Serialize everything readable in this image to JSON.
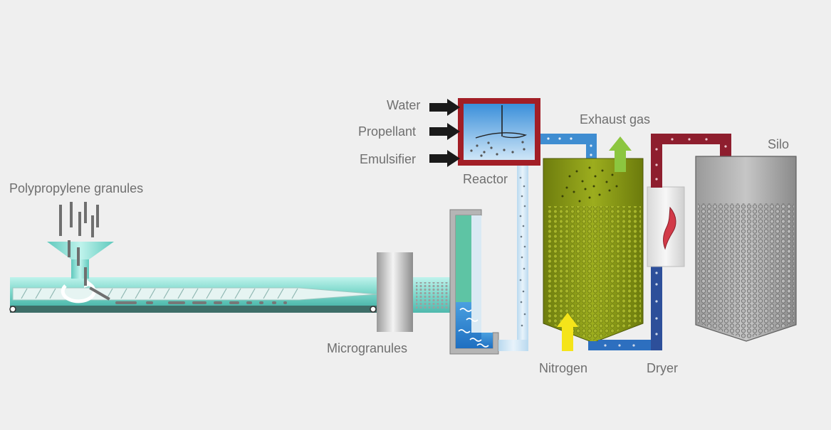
{
  "labels": {
    "polypropylene": "Polypropylene granules",
    "microgranules": "Microgranules",
    "water": "Water",
    "propellant": "Propellant",
    "emulsifier": "Emulsifier",
    "reactor": "Reactor",
    "exhaust": "Exhaust gas",
    "nitrogen": "Nitrogen",
    "dryer": "Dryer",
    "silo": "Silo"
  },
  "colors": {
    "background": "#efefef",
    "extruder": "#7fdcd0",
    "reactor_frame": "#a21e26",
    "water_blue": "#2e7fcf",
    "tank_green": "#8a9a16",
    "exhaust_arrow": "#8cc63f",
    "nitrogen_arrow": "#f5e41a",
    "hot_pipe": "#8e1e2e",
    "cool_pipe": "#2d4f9a",
    "silo_grey": "#8a8a8a"
  }
}
